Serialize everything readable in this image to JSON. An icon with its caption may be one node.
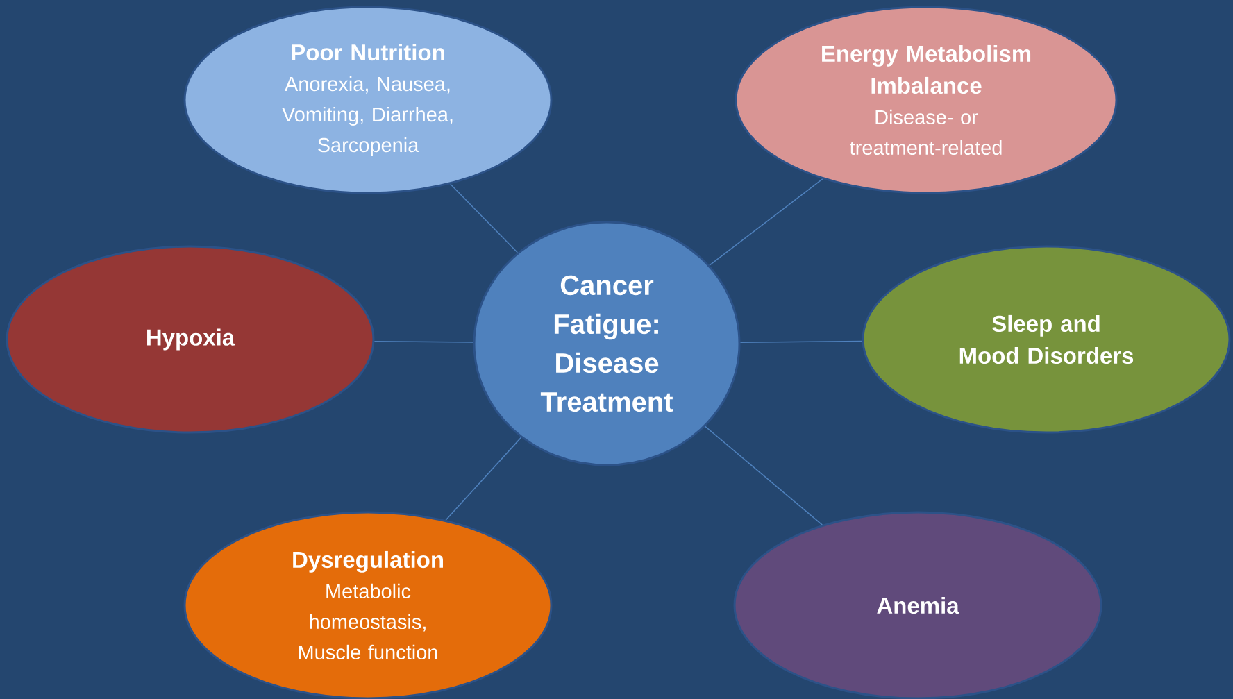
{
  "diagram": {
    "nodes": [
      {
        "text": [
          "Poor Nutrition",
          "Anorexia, Nausea, Vomiting, Diarrhea, Sarcopenia"
        ]
      },
      {
        "text": [
          "Energy Metabolism Imbalance",
          "Disease- or treatment-related"
        ]
      },
      {
        "text": [
          "Hypoxia"
        ]
      },
      {
        "text": [
          "Cancer Fatigue: Disease Treatment"
        ]
      },
      {
        "text": [
          "Sleep and Mood Disorders"
        ]
      },
      {
        "text": [
          "Dysregulation",
          "Metabolic homeostasis, Muscle function"
        ]
      },
      {
        "text": [
          "Anemia"
        ]
      }
    ],
    "edges": [
      {
        "from": 3,
        "to": 0,
        "arrow": "none"
      },
      {
        "from": 3,
        "to": 1,
        "arrow": "none"
      },
      {
        "from": 3,
        "to": 2,
        "arrow": "none"
      },
      {
        "from": 3,
        "to": 4,
        "arrow": "none"
      },
      {
        "from": 3,
        "to": 5,
        "arrow": "none"
      },
      {
        "from": 3,
        "to": 6,
        "arrow": "none"
      }
    ]
  }
}
